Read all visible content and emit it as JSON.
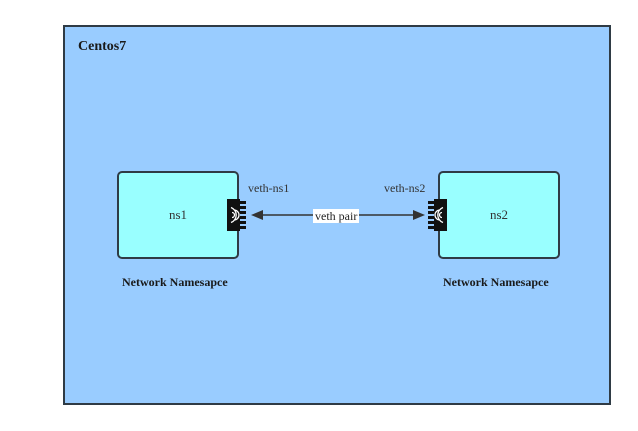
{
  "host": {
    "title": "Centos7"
  },
  "namespaces": [
    {
      "name": "ns1",
      "caption": "Network Namesapce",
      "interface": "veth-ns1"
    },
    {
      "name": "ns2",
      "caption": "Network Namesapce",
      "interface": "veth-ns2"
    }
  ],
  "link": {
    "label": "veth pair"
  },
  "colors": {
    "host_fill": "#99ccff",
    "namespace_fill": "#99ffff",
    "border": "#2f3b45",
    "nic_icon": "#111111"
  },
  "icons": {
    "interface": "network-card-icon"
  }
}
